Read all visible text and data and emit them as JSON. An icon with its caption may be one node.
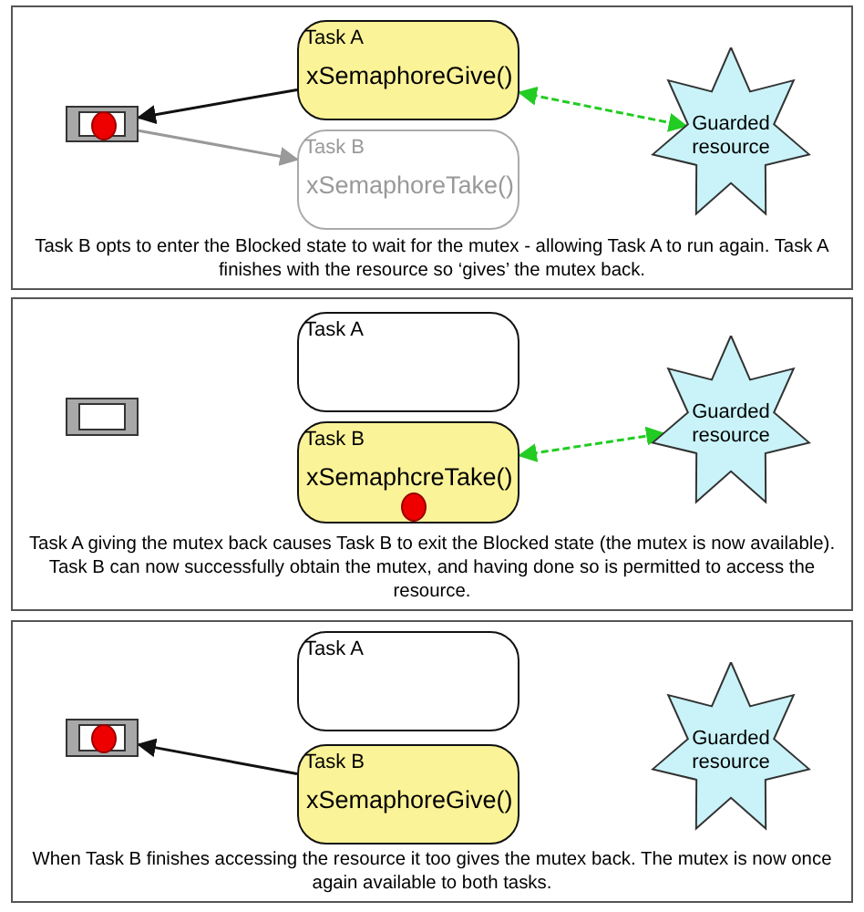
{
  "diagram": {
    "nodes": [
      {
        "text": [
          "Task B opts to enter the Blocked state to wait for the mutex - allowing Task A to run again. Task A finishes with the resource so ‘gives’ the mutex back."
        ]
      },
      {
        "text": [],
        "shape": "box",
        "in": 0
      },
      {
        "text": [
          "Task A",
          "xSemaphoreGive()"
        ],
        "in": 0
      },
      {
        "text": [
          "Task B",
          "xSemaphoreTake()"
        ],
        "in": 0
      },
      {
        "text": [
          "Guarded resource"
        ],
        "in": 0
      },
      {
        "text": [
          "Task A giving the mutex back causes Task B to exit the Blocked state (the mutex is now available).  Task B can now successfully obtain the mutex, and having done so is permitted to access the resource."
        ]
      },
      {
        "text": [],
        "shape": "box",
        "in": 5
      },
      {
        "text": [
          "Task A"
        ],
        "in": 5
      },
      {
        "text": [
          "Task B",
          "xSemaphcreTake()"
        ],
        "in": 5
      },
      {
        "text": [
          "Guarded resource"
        ],
        "in": 5
      },
      {
        "text": [
          "When Task B finishes accessing the resource it too gives the mutex back.  The mutex is now once again available to both tasks."
        ]
      },
      {
        "text": [],
        "shape": "box",
        "in": 10
      },
      {
        "text": [
          "Task A"
        ],
        "in": 10
      },
      {
        "text": [
          "Task B",
          "xSemaphoreGive()"
        ],
        "in": 10
      },
      {
        "text": [
          "Guarded resource"
        ],
        "in": 10
      }
    ],
    "edges": [
      {
        "from": 2,
        "to": 1,
        "arrow": "to"
      },
      {
        "from": 1,
        "to": 3,
        "arrow": "to",
        "color": "#999999"
      },
      {
        "from": 2,
        "to": 4,
        "arrow": "both",
        "style": "dashed",
        "color": "#22cc22"
      },
      {
        "from": 8,
        "to": 9,
        "arrow": "both",
        "style": "dashed",
        "color": "#22cc22"
      },
      {
        "from": 13,
        "to": 11,
        "arrow": "to"
      }
    ]
  }
}
